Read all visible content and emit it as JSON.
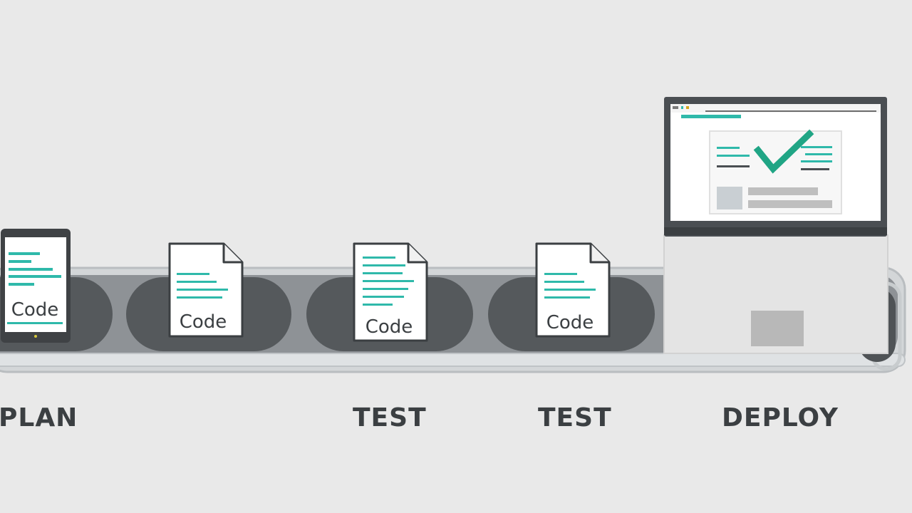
{
  "pipeline": {
    "stages": [
      {
        "label": "PLAN"
      },
      {
        "label": ""
      },
      {
        "label": "TEST"
      },
      {
        "label": "TEST"
      },
      {
        "label": "DEPLOY"
      }
    ],
    "artifacts": [
      {
        "label": "Code",
        "kind": "tablet"
      },
      {
        "label": "Code",
        "kind": "document"
      },
      {
        "label": "Code",
        "kind": "document"
      },
      {
        "label": "Code",
        "kind": "document"
      }
    ],
    "deploy_screen": {
      "status_icon": "checkmark-icon"
    }
  },
  "colors": {
    "background": "#e9e9e9",
    "belt": "#5a5d60",
    "accent": "#2fb9aa",
    "check": "#20a585",
    "text": "#3b3f42"
  }
}
